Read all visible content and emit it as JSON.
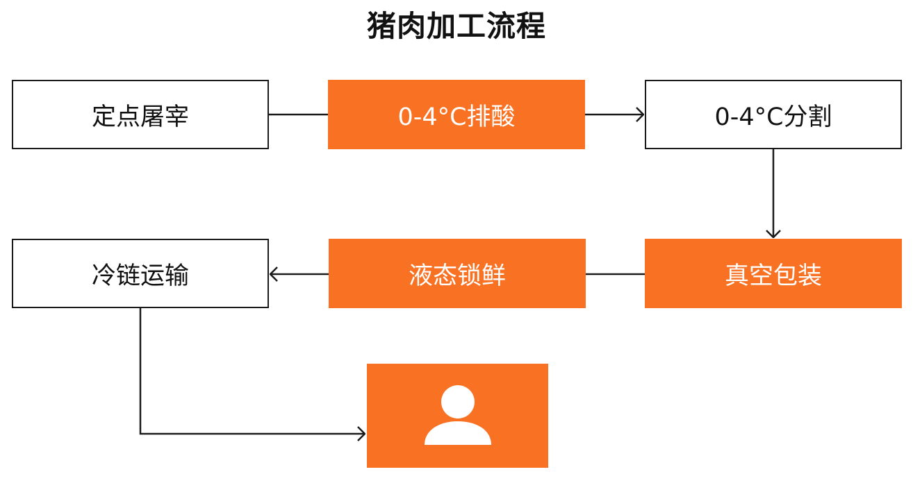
{
  "title": "猪肉加工流程",
  "nodes": {
    "slaughter": "定点屠宰",
    "acid_drain": "0-4°C排酸",
    "cutting": "0-4°C分割",
    "vacuum_pack": "真空包装",
    "liquid_fresh": "液态锁鲜",
    "cold_chain": "冷链运输"
  },
  "icons": {
    "consumer": "user-icon"
  },
  "colors": {
    "accent": "#f97223",
    "outline": "#1a1a1a",
    "text": "#111111"
  }
}
